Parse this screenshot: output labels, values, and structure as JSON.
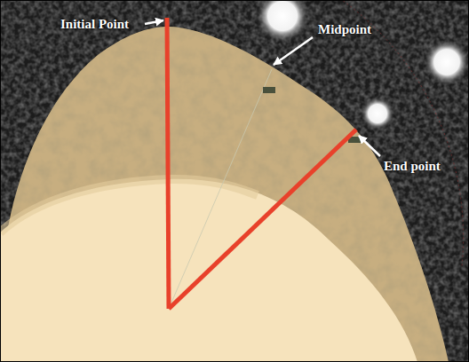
{
  "diagram": {
    "labels": [
      "Initial Point",
      "Midpoint",
      "End point"
    ]
  }
}
